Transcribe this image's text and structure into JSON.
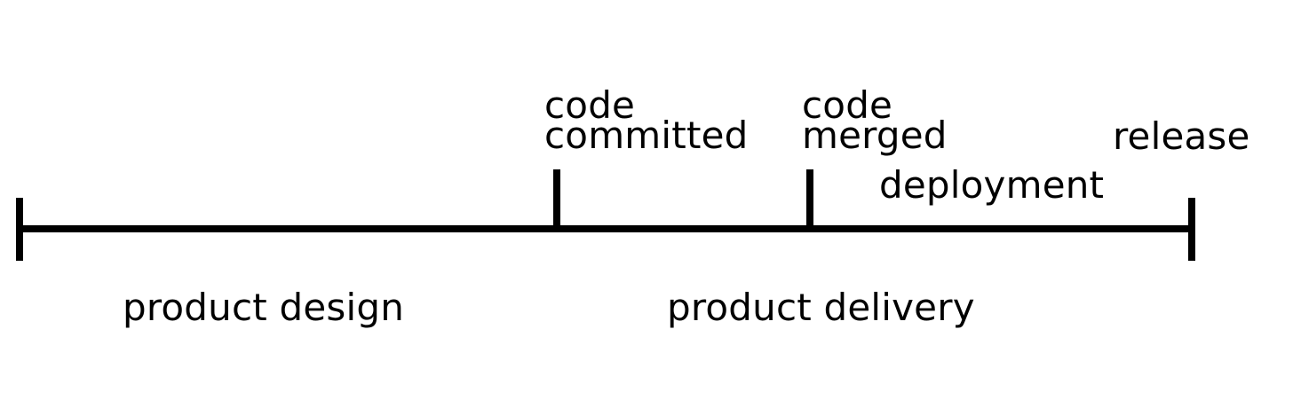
{
  "timeline": {
    "milestones": {
      "code_committed": {
        "line1": "code",
        "line2": "committed"
      },
      "code_merged": {
        "line1": "code",
        "line2": "merged"
      },
      "release": "release"
    },
    "segments": {
      "deployment": "deployment",
      "product_design": "product design",
      "product_delivery": "product delivery"
    },
    "line_color": "#000000",
    "text_color": "#000000"
  }
}
